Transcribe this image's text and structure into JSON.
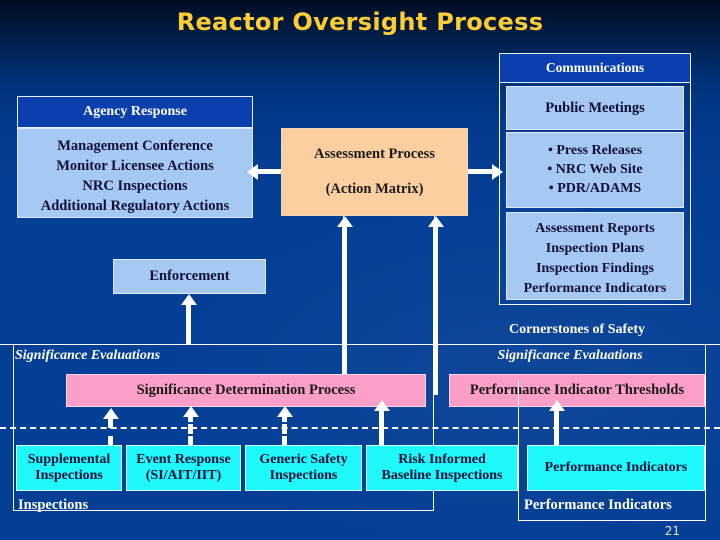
{
  "slide": {
    "title": "Reactor Oversight Process",
    "page_number": "21",
    "colors": {
      "background_top": "#000d22",
      "background_main": "#043f96",
      "title_text": "#ffcc33",
      "agency_header": "#0b3fae",
      "agency_body": "#a6c9f4",
      "assessment_box": "#fbcfa0",
      "sdp_box": "#fb9ec8",
      "inspection_box": "#1ff9fb",
      "line_white": "#ffffff"
    }
  },
  "agency_response": {
    "header": "Agency Response",
    "items": [
      "Management Conference",
      "Monitor Licensee Actions",
      "NRC Inspections",
      "Additional Regulatory Actions"
    ]
  },
  "assessment": {
    "line1": "Assessment Process",
    "line2": "(Action Matrix)"
  },
  "communications": {
    "header": "Communications",
    "public_meetings": "Public Meetings",
    "bullets": [
      "• Press Releases",
      "• NRC Web Site",
      "• PDR/ADAMS"
    ],
    "reports": [
      "Assessment Reports",
      "Inspection Plans",
      "Inspection Findings",
      "Performance Indicators"
    ]
  },
  "enforcement": {
    "label": "Enforcement"
  },
  "cornerstones": {
    "label": "Cornerstones of Safety"
  },
  "significance_left": {
    "section_label": "Significance Evaluations",
    "box_label": "Significance Determination Process",
    "group_label": "Inspections"
  },
  "significance_right": {
    "section_label": "Significance Evaluations",
    "box_label": "Performance Indicator Thresholds",
    "group_label": "Performance Indicators"
  },
  "inspection_boxes": [
    {
      "line1": "Supplemental",
      "line2": "Inspections"
    },
    {
      "line1": "Event Response",
      "line2": "(SI/AIT/IIT)"
    },
    {
      "line1": "Generic Safety",
      "line2": "Inspections"
    },
    {
      "line1": "Risk Informed",
      "line2": "Baseline Inspections"
    }
  ],
  "performance_box": {
    "label": "Performance Indicators"
  }
}
